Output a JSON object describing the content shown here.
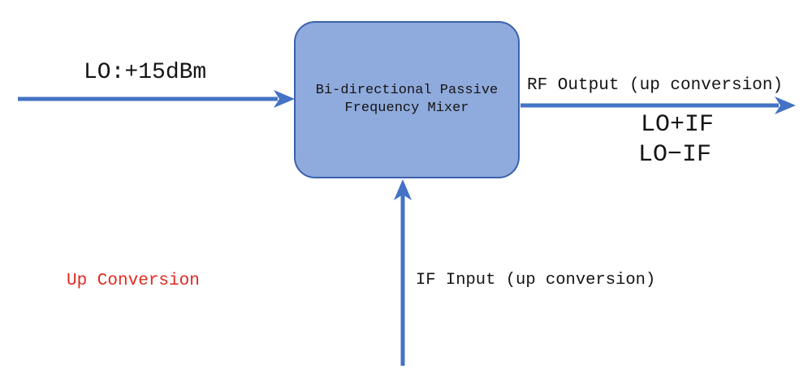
{
  "box": {
    "label_line1": "Bi-directional Passive",
    "label_line2": "Frequency Mixer"
  },
  "labels": {
    "lo_input": "LO:+15dBm",
    "rf_output": "RF Output (up conversion)",
    "rf_sum": "LO+IF",
    "rf_diff": "LO−IF",
    "if_input": "IF Input (up conversion)",
    "mode": "Up Conversion"
  },
  "colors": {
    "arrow": "#4472c4",
    "box_fill": "#8faadc",
    "box_border": "#3a62ad",
    "label_text": "#141414",
    "mode_text": "#e3281f"
  }
}
